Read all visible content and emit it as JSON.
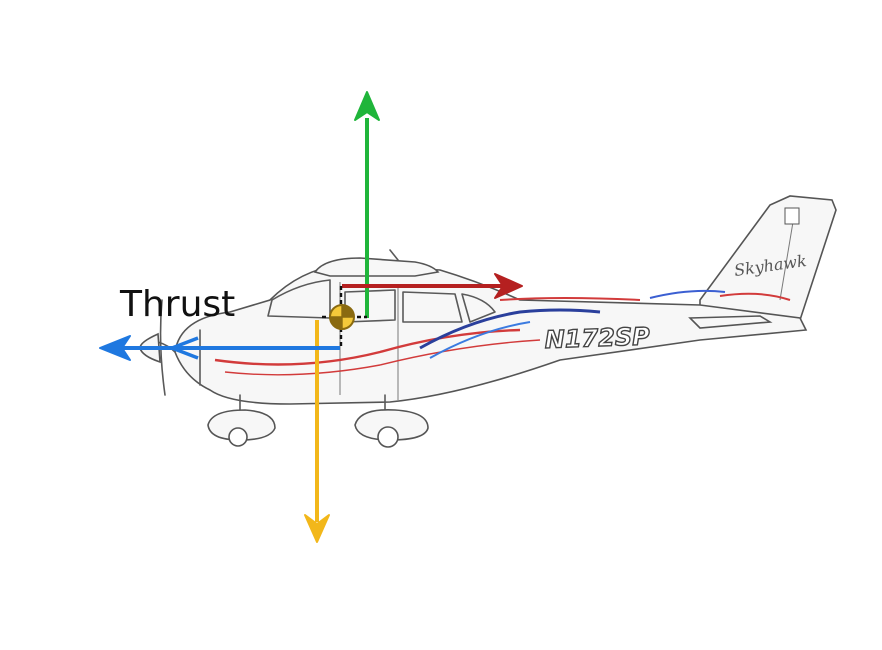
{
  "labels": {
    "thrust": "Thrust"
  },
  "aircraft": {
    "registration": "N172SP",
    "tail_script": "Skyhawk"
  },
  "forces": {
    "lift_color": "#1fb53a",
    "weight_color": "#f2b71a",
    "drag_color": "#b52020",
    "thrust_color": "#1f78e0"
  },
  "icons": {
    "center_of_gravity": "cg-symbol-icon"
  }
}
